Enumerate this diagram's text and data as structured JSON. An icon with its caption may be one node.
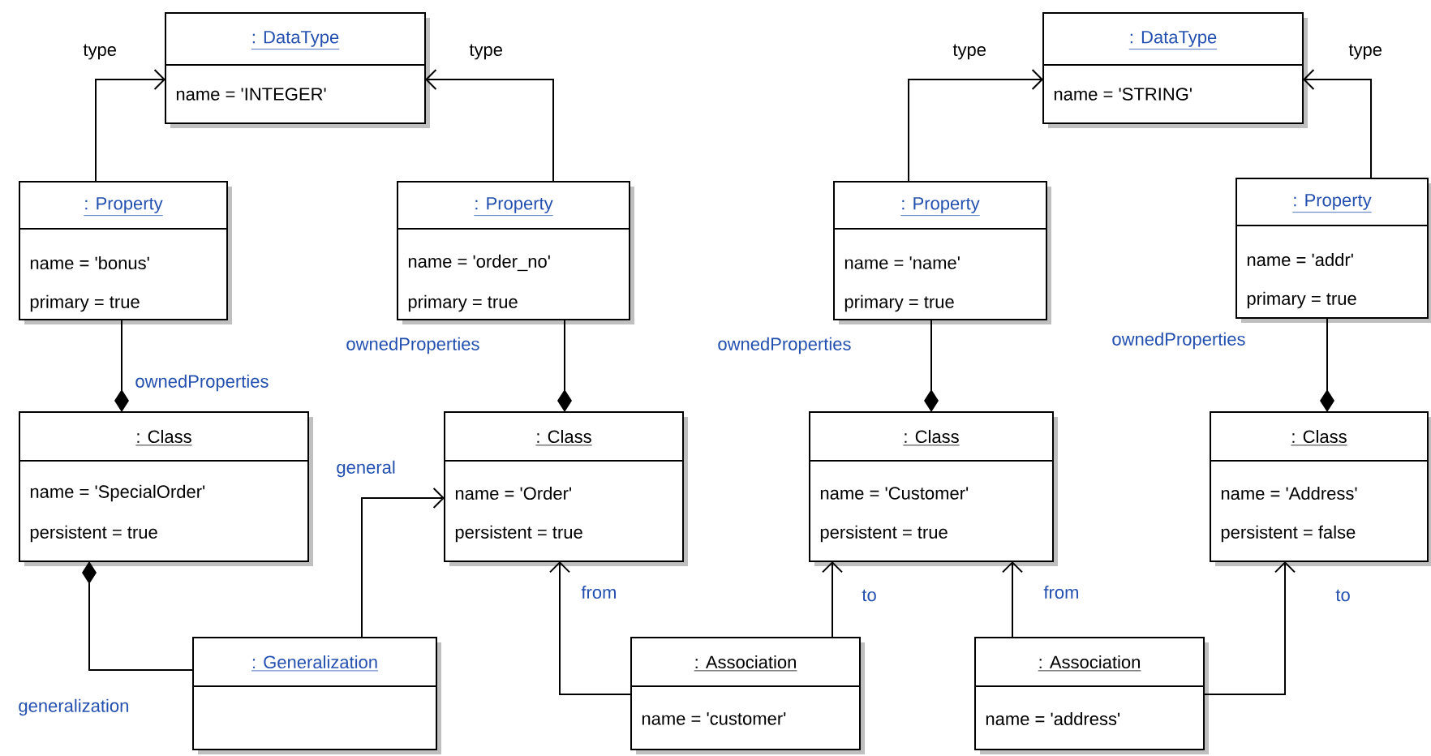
{
  "diagram": {
    "nodes": [
      {
        "text": [
          ": DataType",
          "name = 'INTEGER'"
        ]
      },
      {
        "text": [
          ": Property",
          "name = 'bonus'",
          "primary = true"
        ]
      },
      {
        "text": [
          ": Property",
          "name = 'order_no'",
          "primary = true"
        ]
      },
      {
        "text": [
          ": Class",
          "name = 'SpecialOrder'",
          "persistent = true"
        ]
      },
      {
        "text": [
          ": Class",
          "name = 'Order'",
          "persistent = true"
        ]
      },
      {
        "text": [
          ": Generalization"
        ]
      },
      {
        "text": [
          ": Association",
          "name = 'customer'"
        ]
      },
      {
        "text": [
          ": DataType",
          "name = 'STRING'"
        ]
      },
      {
        "text": [
          ": Property",
          "name = 'name'",
          "primary = true"
        ]
      },
      {
        "text": [
          ": Property",
          "name = 'addr'",
          "primary = true"
        ]
      },
      {
        "text": [
          ": Class",
          "name = 'Customer'",
          "persistent = true"
        ]
      },
      {
        "text": [
          ": Class",
          "name = 'Address'",
          "persistent = false"
        ]
      },
      {
        "text": [
          ": Association",
          "name = 'address'"
        ]
      }
    ],
    "edges": [
      {
        "from": 1,
        "to": 0,
        "arrow": "to",
        "label": "type"
      },
      {
        "from": 2,
        "to": 0,
        "arrow": "to",
        "label": "type"
      },
      {
        "from": 8,
        "to": 7,
        "arrow": "to",
        "label": "type"
      },
      {
        "from": 9,
        "to": 7,
        "arrow": "to",
        "label": "type"
      },
      {
        "from": 1,
        "to": 3,
        "arrow": "other",
        "label": "ownedProperties"
      },
      {
        "from": 2,
        "to": 4,
        "arrow": "other",
        "label": "ownedProperties"
      },
      {
        "from": 8,
        "to": 10,
        "arrow": "other",
        "label": "ownedProperties"
      },
      {
        "from": 9,
        "to": 11,
        "arrow": "other",
        "label": "ownedProperties"
      },
      {
        "from": 5,
        "to": 4,
        "arrow": "to",
        "label": "general"
      },
      {
        "from": 5,
        "to": 3,
        "arrow": "other",
        "label": "generalization"
      },
      {
        "from": 6,
        "to": 4,
        "arrow": "to",
        "label": "from"
      },
      {
        "from": 6,
        "to": 10,
        "arrow": "to",
        "label": "to"
      },
      {
        "from": 12,
        "to": 10,
        "arrow": "to",
        "label": "from"
      },
      {
        "from": 12,
        "to": 11,
        "arrow": "to",
        "label": "to"
      }
    ]
  }
}
